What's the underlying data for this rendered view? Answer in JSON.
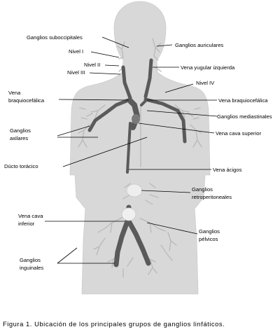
{
  "colors": {
    "body_fill": "#d8d8d8",
    "vein": "#5a5a5a",
    "lymph_vessels": "#b9b9b9",
    "label_text": "#000000"
  },
  "labels": {
    "ganglios_suboccipitales": "Ganglios suboccipitales",
    "ganglios_auriculares": "Ganglios auriculares",
    "nivel_1": "Nivel I",
    "nivel_2": "Nivel II",
    "nivel_3": "Nivel III",
    "vena_yugular_izquierda": "Vena yugular izquierda",
    "nivel_4": "Nivel IV",
    "vena_braquiocefalica_left_1": "Vena",
    "vena_braquiocefalica_left_2": "braquiocefálica",
    "vena_braquiocefalica_right": "Vena braquiocefálica",
    "ganglios_mediastinales": "Ganglios mediastinales",
    "ganglios_axilares_1": "Ganglios",
    "ganglios_axilares_2": "axilares",
    "vena_cava_superior": "Vena cava superior",
    "ducto_toracico": "Dúcto torácico",
    "vena_acigos": "Vena ácigos",
    "ganglios_retroperitoneales_1": "Ganglios",
    "ganglios_retroperitoneales_2": "retroperitoneales",
    "vena_cava_inferior_1": "Vena cava",
    "vena_cava_inferior_2": "inferior",
    "ganglios_pelvicos_1": "Ganglios",
    "ganglios_pelvicos_2": "pélvicos",
    "ganglios_inguinales_1": "Ganglios",
    "ganglios_inguinales_2": "inguinales"
  },
  "caption": "Figura 1. Ubicación de los principales grupos de ganglios linfáticos."
}
